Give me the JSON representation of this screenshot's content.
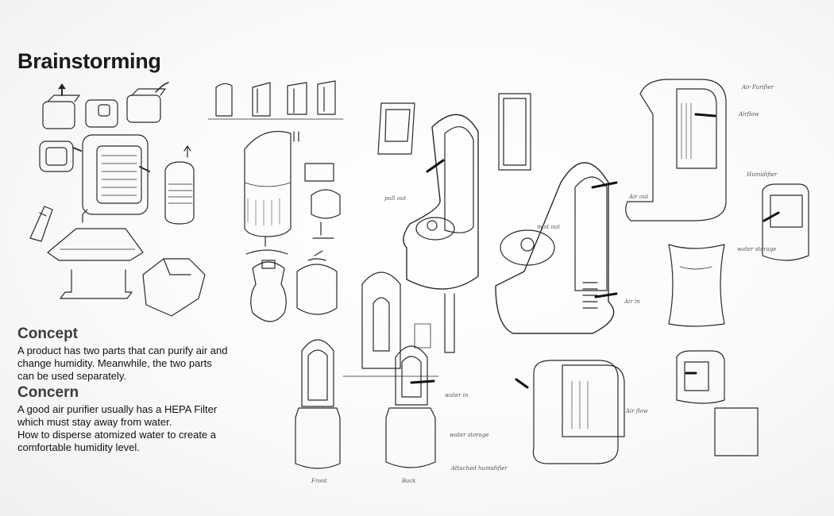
{
  "title": "Brainstorming",
  "concept": {
    "heading": "Concept",
    "lines": [
      "A product has two parts that can purify air and",
      "change humidity. Meanwhile, the two parts",
      "can be used separately."
    ]
  },
  "concern": {
    "heading": "Concern",
    "lines": [
      "A good air purifier usually has a HEPA Filter",
      "which must stay away from water.",
      "How to disperse atomized water to create a",
      "comfortable humidity level."
    ]
  },
  "annotations": {
    "air_purifier": "Air Purifier",
    "airflow": "Airflow",
    "air_out": "Air out",
    "air_in": "Air in",
    "air_flow": "Air flow",
    "pull_out": "pull out",
    "mist_out": "mist out",
    "water_in": "water in",
    "water_storage": "water storage",
    "attached_humidifier": "Attached humidifier",
    "front": "Front",
    "back": "Back",
    "humidifier": "Humidifier",
    "water_storage_2": "water storage"
  }
}
